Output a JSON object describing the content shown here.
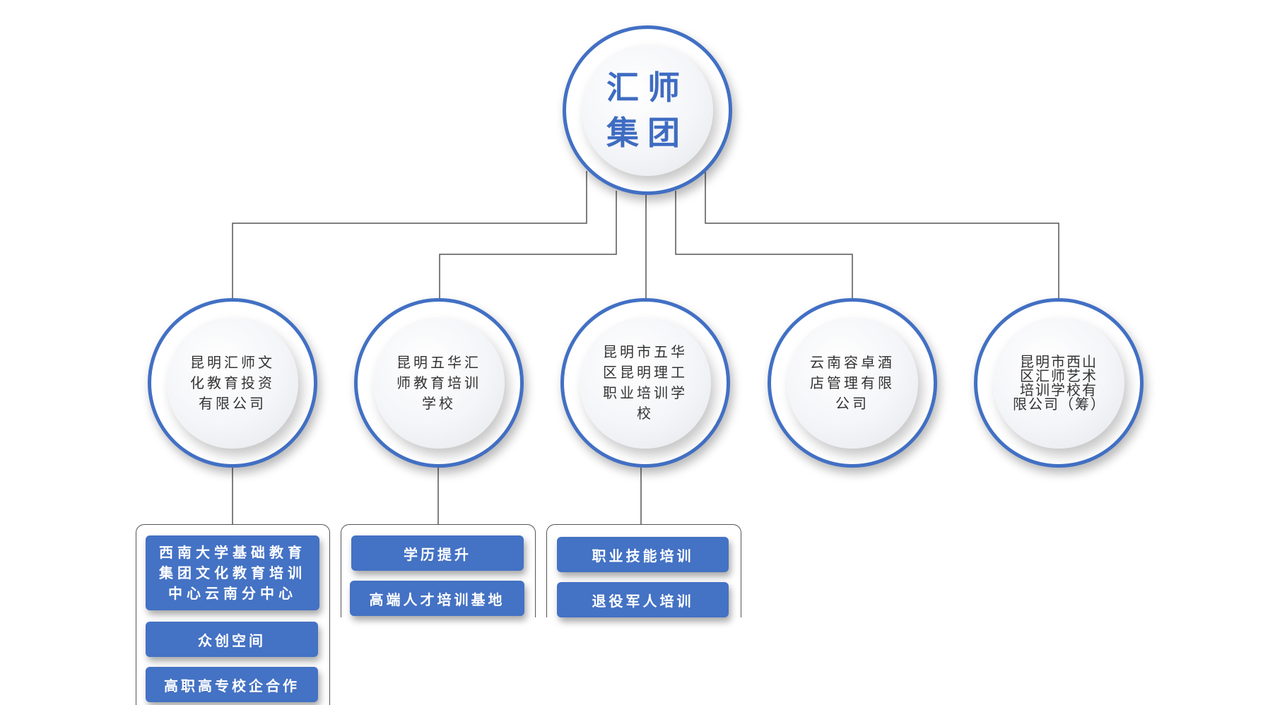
{
  "root": {
    "title": "汇师集团"
  },
  "subsidiaries": [
    {
      "name": "昆明汇师文化教育投资有限公司"
    },
    {
      "name": "昆明五华汇师教育培训学校"
    },
    {
      "name": "昆明市五华区昆明理工职业培训学校"
    },
    {
      "name": "云南容卓酒店管理有限公司"
    },
    {
      "name": "昆明市西山区汇师艺术培训学校有限公司（筹）"
    }
  ],
  "branches": [
    {
      "parent": "昆明汇师文化教育投资有限公司",
      "items": [
        {
          "label": "西南大学基础教育集团文化教育培训中心云南分中心"
        },
        {
          "label": "众创空间"
        },
        {
          "label": "高职高专校企合作"
        }
      ]
    },
    {
      "parent": "昆明五华汇师教育培训学校",
      "items": [
        {
          "label": "学历提升"
        },
        {
          "label": "高端人才培训基地"
        }
      ]
    },
    {
      "parent": "昆明市五华区昆明理工职业培训学校",
      "items": [
        {
          "label": "职业技能培训"
        },
        {
          "label": "退役军人培训"
        }
      ]
    }
  ],
  "colors": {
    "accent": "#4472c4",
    "ring": "#4270c4",
    "line": "#555555"
  }
}
